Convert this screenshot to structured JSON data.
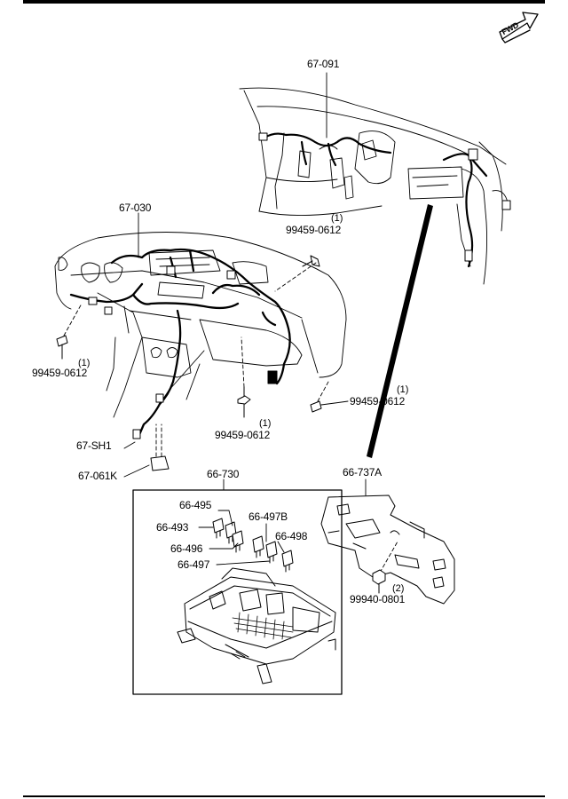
{
  "fwd_label": "FWD",
  "parts": {
    "p67_091": "67-091",
    "p67_030": "67-030",
    "p99459_a": "99459-0612",
    "p99459_b": "99459-0612",
    "p99459_c": "99459-0612",
    "p99459_d": "99459-0612",
    "p67_sh1": "67-SH1",
    "p67_061k": "67-061K",
    "p66_730": "66-730",
    "p66_495": "66-495",
    "p66_493": "66-493",
    "p66_497b": "66-497B",
    "p66_496": "66-496",
    "p66_498": "66-498",
    "p66_497": "66-497",
    "p66_737a": "66-737A",
    "p99940": "99940-0801"
  },
  "quantities": {
    "q_a": "(1)",
    "q_b": "(1)",
    "q_c": "(1)",
    "q_d": "(1)",
    "q_e": "(2)"
  }
}
